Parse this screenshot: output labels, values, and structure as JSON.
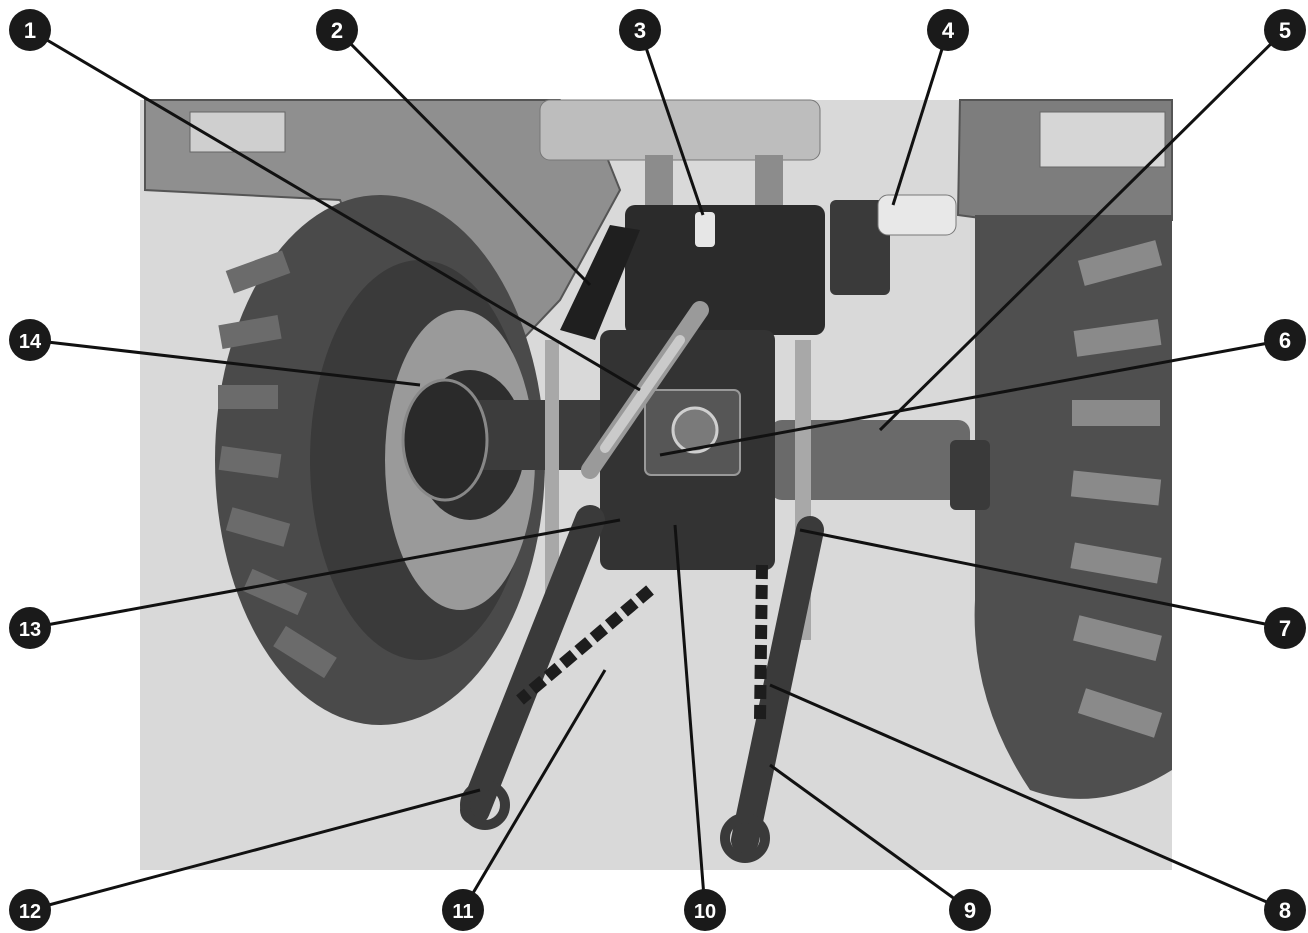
{
  "diagram": {
    "style": {
      "badge_fill": "#1a1a1a",
      "badge_text": "#ffffff",
      "leader_color": "#111111",
      "photo_backdrop": "#d9d9d9",
      "tire_color": "#4a4a4a",
      "metal_dark": "#2b2b2b",
      "metal_mid": "#6e6e6e",
      "metal_light": "#b5b5b5"
    },
    "callouts": [
      {
        "id": "1",
        "label": "1"
      },
      {
        "id": "2",
        "label": "2"
      },
      {
        "id": "3",
        "label": "3"
      },
      {
        "id": "4",
        "label": "4"
      },
      {
        "id": "5",
        "label": "5"
      },
      {
        "id": "6",
        "label": "6"
      },
      {
        "id": "7",
        "label": "7"
      },
      {
        "id": "8",
        "label": "8"
      },
      {
        "id": "9",
        "label": "9"
      },
      {
        "id": "10",
        "label": "10"
      },
      {
        "id": "11",
        "label": "11"
      },
      {
        "id": "12",
        "label": "12"
      },
      {
        "id": "13",
        "label": "13"
      },
      {
        "id": "14",
        "label": "14"
      }
    ]
  }
}
